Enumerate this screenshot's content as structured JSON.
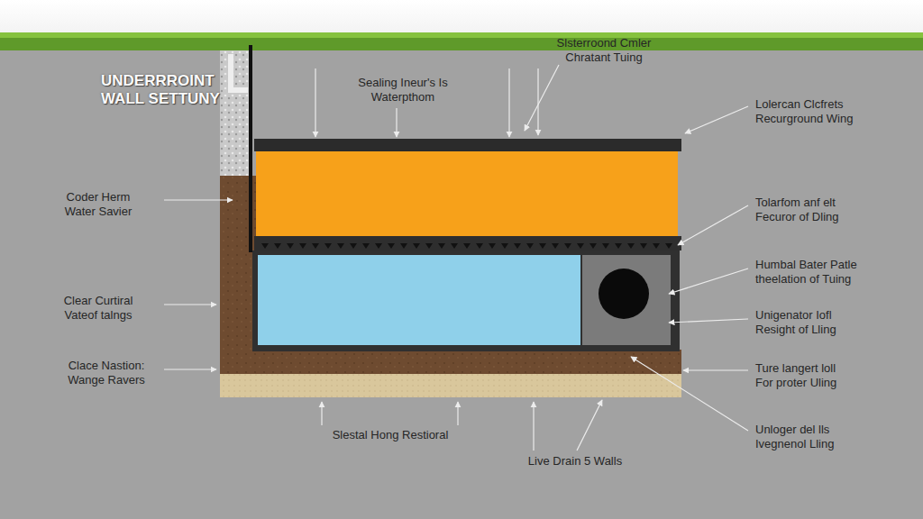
{
  "diagram": {
    "title": "UNDERRROINT WALL SETTUNY",
    "labels": [
      "Sealing Ineur's Is Waterpthom",
      "Slsterroond Cmler Chratant Tuing",
      "Lolercan Clcfrets Recurground Wing",
      "Tolarfom anf elt Fecuror of Dling",
      "Humbal Bater Patle theelation of Tuing",
      "Unigenator Iofl Resight of Lling",
      "Ture langert loll For proter Uling",
      "Unloger del lls Ivegnenol Lling",
      "Live Drain 5 Walls",
      "Slestal Hong Restioral",
      "Clace Nastion: Wange Ravers",
      "Clear Curtiral Vateof talngs",
      "Coder Herm Water Savier"
    ]
  }
}
